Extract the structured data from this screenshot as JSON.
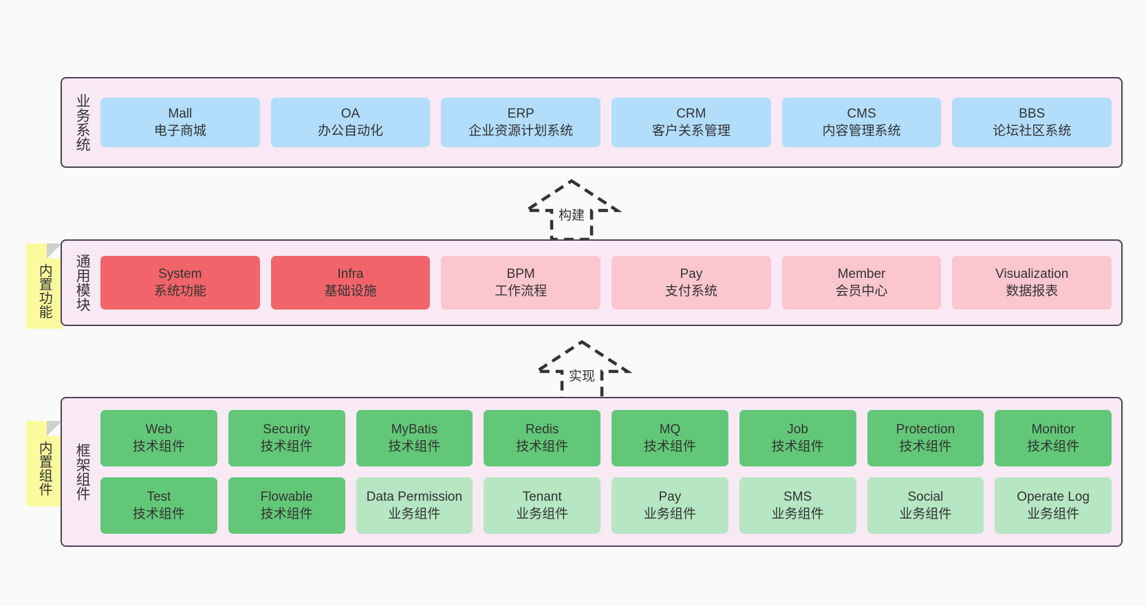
{
  "diagram": {
    "background_color": "#fafafa",
    "panel_color": "#f8e9f4",
    "panel_border_color": "#4a4452",
    "note_color": "#fbfb9e"
  },
  "layers": [
    {
      "id": "business",
      "title": "业务系统",
      "card_color": "#b2ddfb",
      "cards": [
        {
          "name": "Mall",
          "desc": "电子商城",
          "color": "#b2ddfb"
        },
        {
          "name": "OA",
          "desc": "办公自动化",
          "color": "#b2ddfb"
        },
        {
          "name": "ERP",
          "desc": "企业资源计划系统",
          "color": "#b2ddfb"
        },
        {
          "name": "CRM",
          "desc": "客户关系管理",
          "color": "#b2ddfb"
        },
        {
          "name": "CMS",
          "desc": "内容管理系统",
          "color": "#b2ddfb"
        },
        {
          "name": "BBS",
          "desc": "论坛社区系统",
          "color": "#b2ddfb"
        }
      ]
    },
    {
      "id": "common",
      "title": "通用模块",
      "note": "内置功能",
      "cards": [
        {
          "name": "System",
          "desc": "系统功能",
          "color": "#f1656a"
        },
        {
          "name": "Infra",
          "desc": "基础设施",
          "color": "#f1656a"
        },
        {
          "name": "BPM",
          "desc": "工作流程",
          "color": "#fbc6ce"
        },
        {
          "name": "Pay",
          "desc": "支付系统",
          "color": "#fbc6ce"
        },
        {
          "name": "Member",
          "desc": "会员中心",
          "color": "#fbc6ce"
        },
        {
          "name": "Visualization",
          "desc": "数据报表",
          "color": "#fbc6ce"
        }
      ]
    },
    {
      "id": "framework",
      "title": "框架组件",
      "note": "内置组件",
      "row1": [
        {
          "name": "Web",
          "desc": "技术组件",
          "color": "#62c878"
        },
        {
          "name": "Security",
          "desc": "技术组件",
          "color": "#62c878"
        },
        {
          "name": "MyBatis",
          "desc": "技术组件",
          "color": "#62c878"
        },
        {
          "name": "Redis",
          "desc": "技术组件",
          "color": "#62c878"
        },
        {
          "name": "MQ",
          "desc": "技术组件",
          "color": "#62c878"
        },
        {
          "name": "Job",
          "desc": "技术组件",
          "color": "#62c878"
        },
        {
          "name": "Protection",
          "desc": "技术组件",
          "color": "#62c878"
        },
        {
          "name": "Monitor",
          "desc": "技术组件",
          "color": "#62c878"
        }
      ],
      "row2": [
        {
          "name": "Test",
          "desc": "技术组件",
          "color": "#62c878"
        },
        {
          "name": "Flowable",
          "desc": "技术组件",
          "color": "#62c878"
        },
        {
          "name": "Data Permission",
          "desc": "业务组件",
          "color": "#b6e6c2"
        },
        {
          "name": "Tenant",
          "desc": "业务组件",
          "color": "#b6e6c2"
        },
        {
          "name": "Pay",
          "desc": "业务组件",
          "color": "#b6e6c2"
        },
        {
          "name": "SMS",
          "desc": "业务组件",
          "color": "#b6e6c2"
        },
        {
          "name": "Social",
          "desc": "业务组件",
          "color": "#b6e6c2"
        },
        {
          "name": "Operate Log",
          "desc": "业务组件",
          "color": "#b6e6c2"
        }
      ]
    }
  ],
  "arrows": [
    {
      "id": "build",
      "label": "构建",
      "direction": "up"
    },
    {
      "id": "impl",
      "label": "实现",
      "direction": "up"
    }
  ]
}
